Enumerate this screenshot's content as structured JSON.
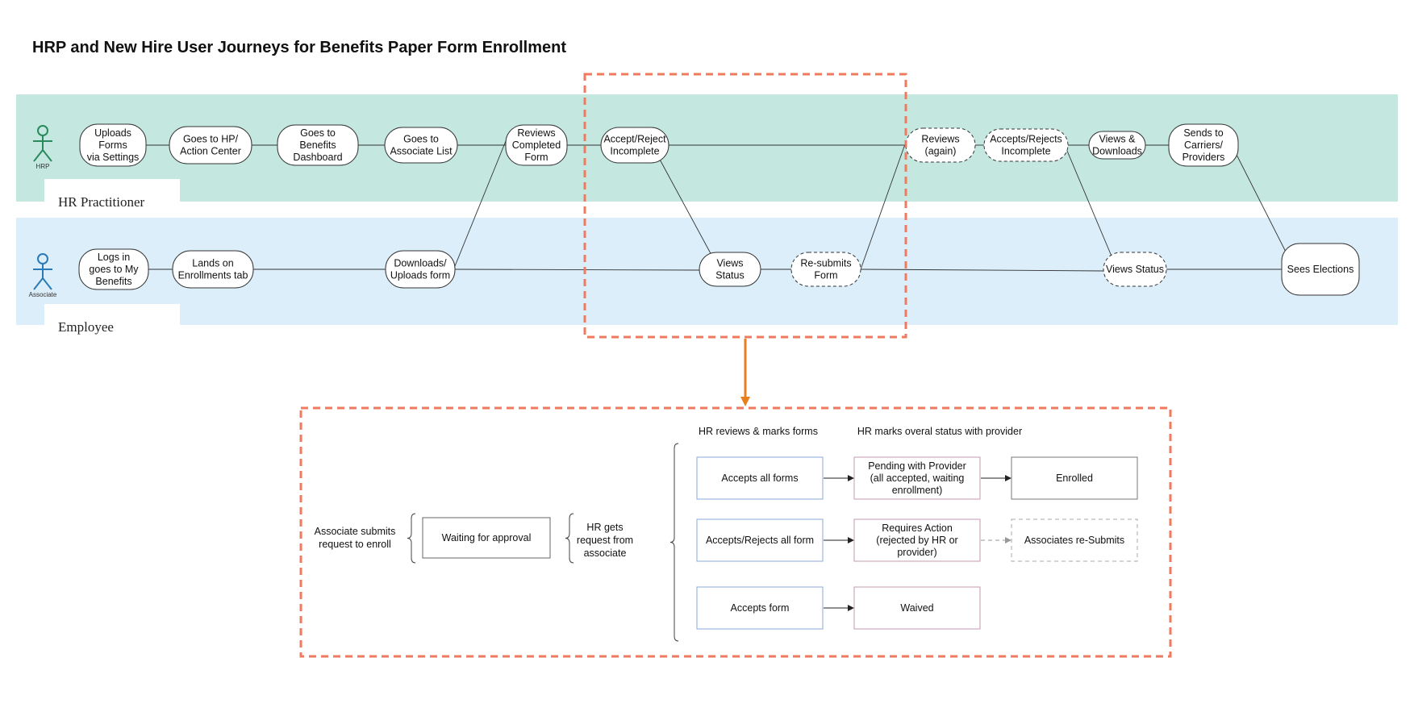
{
  "title": "HRP and New Hire User Journeys for Benefits Paper Form Enrollment",
  "lanes": {
    "hr": {
      "label": "HR Practitioner",
      "actor": "HRP",
      "color": "#c4e8df",
      "actor_color": "#2a8a5c"
    },
    "emp": {
      "label": "Employee",
      "actor": "Associate",
      "color": "#dbeef9",
      "actor_color": "#2a7ab8"
    }
  },
  "hr_nodes": [
    {
      "lines": [
        "Uploads",
        "Forms",
        "via Settings"
      ],
      "dashed": false
    },
    {
      "lines": [
        "Goes to HP/",
        "Action Center"
      ],
      "dashed": false
    },
    {
      "lines": [
        "Goes to",
        "Benefits",
        "Dashboard"
      ],
      "dashed": false
    },
    {
      "lines": [
        "Goes to",
        "Associate List"
      ],
      "dashed": false
    },
    {
      "lines": [
        "Reviews",
        "Completed",
        "Form"
      ],
      "dashed": false
    },
    {
      "lines": [
        "Accept/Reject",
        "Incomplete"
      ],
      "dashed": false
    },
    {
      "lines": [
        "Reviews",
        "(again)"
      ],
      "dashed": true
    },
    {
      "lines": [
        "Accepts/Rejects",
        "Incomplete"
      ],
      "dashed": true
    },
    {
      "lines": [
        "Views &",
        "Downloads"
      ],
      "dashed": false
    },
    {
      "lines": [
        "Sends to",
        "Carriers/",
        "Providers"
      ],
      "dashed": false
    }
  ],
  "emp_nodes": [
    {
      "lines": [
        "Logs in",
        "goes to My",
        "Benefits"
      ],
      "dashed": false
    },
    {
      "lines": [
        "Lands on",
        "Enrollments tab"
      ],
      "dashed": false
    },
    {
      "lines": [
        "Downloads/",
        "Uploads form"
      ],
      "dashed": false
    },
    {
      "lines": [
        "Views",
        "Status"
      ],
      "dashed": false
    },
    {
      "lines": [
        "Re-submits",
        "Form"
      ],
      "dashed": true
    },
    {
      "lines": [
        "Views Status"
      ],
      "dashed": true
    },
    {
      "lines": [
        "Sees Elections"
      ],
      "dashed": false
    }
  ],
  "detail": {
    "start_text": [
      "Associate submits",
      "request to enroll"
    ],
    "waiting": "Waiting for approval",
    "hr_gets": [
      "HR gets",
      "request from",
      "associate"
    ],
    "col1_header": "HR reviews & marks forms",
    "col2_header": "HR marks overal status with provider",
    "rows": [
      {
        "action": "Accepts all forms",
        "status": [
          "Pending with Provider",
          "(all accepted, waiting",
          "enrollment)"
        ],
        "result": "Enrolled",
        "result_dashed": false
      },
      {
        "action": "Accepts/Rejects all form",
        "status": [
          "Requires Action",
          "(rejected by HR or",
          "provider)"
        ],
        "result": "Associates re-Submits",
        "result_dashed": true
      },
      {
        "action": "Accepts form",
        "status": [
          "Waived"
        ],
        "result": null,
        "result_dashed": false
      }
    ]
  },
  "colors": {
    "highlight": "#f07a5f",
    "arrow": "#e8801e",
    "box_left": "#8aa8d8",
    "box_right": "#c69ab0"
  }
}
